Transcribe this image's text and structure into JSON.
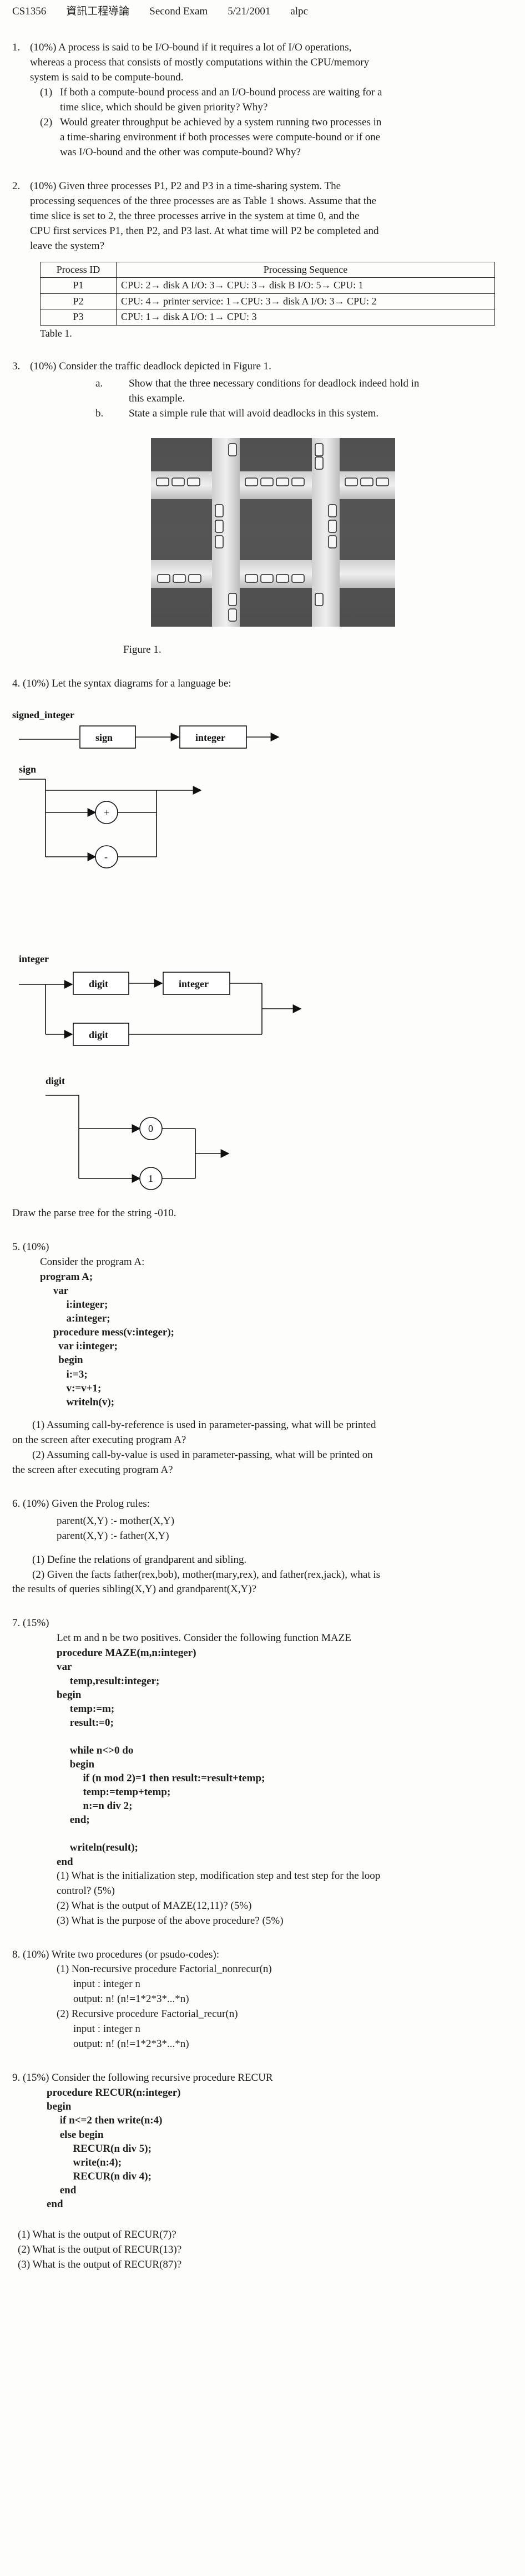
{
  "header": {
    "course": "CS1356",
    "course_name": "資訊工程導論",
    "exam": "Second Exam",
    "date": "5/21/2001",
    "author": "alpc"
  },
  "q1": {
    "number": "1.",
    "text_line1": "(10%) A process is said to be I/O-bound if it requires a lot of I/O operations,",
    "text_line2": "whereas a process that consists of mostly computations within the CPU/memory",
    "text_line3": "system is said to be compute-bound.",
    "sub1_num": "(1)",
    "sub1_line1": "If both a compute-bound process and an I/O-bound process are waiting for a",
    "sub1_line2": "time slice, which should be given priority? Why?",
    "sub2_num": "(2)",
    "sub2_line1": "Would greater throughput be achieved by a system running two processes in",
    "sub2_line2": "a time-sharing environment if both processes were compute-bound or if one",
    "sub2_line3": "was I/O-bound and the other was compute-bound? Why?"
  },
  "q2": {
    "number": "2.",
    "text_line1": "(10%) Given three processes P1, P2 and P3 in a time-sharing system. The",
    "text_line2": "processing sequences of the three processes are as Table 1 shows. Assume that the",
    "text_line3": "time slice is set to 2, the three processes arrive in the system at time 0, and the",
    "text_line4": "CPU first services P1, then P2, and P3 last. At what time will P2 be completed and",
    "text_line5": "leave the system?",
    "table_header_id": "Process ID",
    "table_header_seq": "Processing Sequence",
    "rows": [
      {
        "id": "P1",
        "seq": "CPU: 2→ disk A I/O: 3→ CPU: 3→ disk B I/O: 5→ CPU: 1"
      },
      {
        "id": "P2",
        "seq": "CPU: 4→ printer service: 1→CPU: 3→ disk A I/O: 3→ CPU: 2"
      },
      {
        "id": "P3",
        "seq": "CPU: 1→ disk A I/O: 1→ CPU: 3"
      }
    ],
    "caption": "Table 1."
  },
  "q3": {
    "number": "3.",
    "text": "(10%) Consider the traffic deadlock depicted in Figure 1.",
    "a_num": "a.",
    "a_line1": "Show that the three necessary conditions for deadlock indeed hold in",
    "a_line2": "this example.",
    "b_num": "b.",
    "b_line1": "State a simple rule that will avoid deadlocks in this system.",
    "figcaption": "Figure 1."
  },
  "q4": {
    "text": "4. (10%) Let the syntax diagrams for a language be:",
    "signed_integer": "signed_integer",
    "sign_box": "sign",
    "integer_box": "integer",
    "sign_label": "sign",
    "plus": "+",
    "minus": "-",
    "integer_label": "integer",
    "digit_box": "digit",
    "digit_label": "digit",
    "zero": "0",
    "one": "1",
    "question": "Draw the parse tree for the string -010."
  },
  "q5": {
    "text": "5. (10%)",
    "consider": "Consider the program A:",
    "code": [
      "program A;",
      "     var",
      "          i:integer;",
      "          a:integer;",
      "     procedure mess(v:integer);",
      "       var i:integer;",
      "       begin",
      "          i:=3;",
      "          v:=v+1;",
      "          writeln(v);"
    ],
    "sub1_line1": "(1) Assuming call-by-reference is used in parameter-passing, what will be printed",
    "sub1_line2": "on the screen after executing program A?",
    "sub2_line1": "(2) Assuming call-by-value is used in parameter-passing, what will be printed on",
    "sub2_line2": "the screen after executing program A?"
  },
  "q6": {
    "text": "6. (10%) Given the Prolog rules:",
    "rule1": "parent(X,Y) :- mother(X,Y)",
    "rule2": "parent(X,Y) :- father(X,Y)",
    "sub1": "(1) Define the relations of grandparent and sibling.",
    "sub2_line1": "(2) Given the facts father(rex,bob), mother(mary,rex), and father(rex,jack), what is",
    "sub2_line2": "the results of queries sibling(X,Y) and grandparent(X,Y)?"
  },
  "q7": {
    "text": "7. (15%)",
    "intro": "Let m and n be two positives. Consider the following function MAZE",
    "code": [
      "procedure MAZE(m,n:integer)",
      "var",
      "     temp,result:integer;",
      "begin",
      "     temp:=m;",
      "     result:=0;",
      "",
      "     while n<>0 do",
      "     begin",
      "          if (n mod 2)=1 then result:=result+temp;",
      "          temp:=temp+temp;",
      "          n:=n div 2;",
      "     end;",
      "",
      "     writeln(result);",
      "end"
    ],
    "sub1_line1": "(1) What is the initialization step, modification step and test step for the loop",
    "sub1_line2": "control? (5%)",
    "sub2": "(2) What is the output of MAZE(12,11)? (5%)",
    "sub3": "(3) What is the purpose of the above procedure? (5%)"
  },
  "q8": {
    "text": "8. (10%) Write two procedures (or psudo-codes):",
    "sub1": "(1) Non-recursive procedure Factorial_nonrecur(n)",
    "input1": "input : integer n",
    "output1": "output: n! (n!=1*2*3*...*n)",
    "sub2": "(2) Recursive procedure Factorial_recur(n)",
    "input2": "input : integer n",
    "output2": "output: n! (n!=1*2*3*...*n)"
  },
  "q9": {
    "text": "9. (15%) Consider the following recursive procedure RECUR",
    "code": [
      "procedure RECUR(n:integer)",
      "begin",
      "     if n<=2 then write(n:4)",
      "     else begin",
      "          RECUR(n div 5);",
      "          write(n:4);",
      "          RECUR(n div 4);",
      "     end",
      "end"
    ],
    "sub1": "(1) What is the output of RECUR(7)?",
    "sub2": "(2) What is the output of RECUR(13)?",
    "sub3": "(3) What is the output of RECUR(87)?"
  }
}
